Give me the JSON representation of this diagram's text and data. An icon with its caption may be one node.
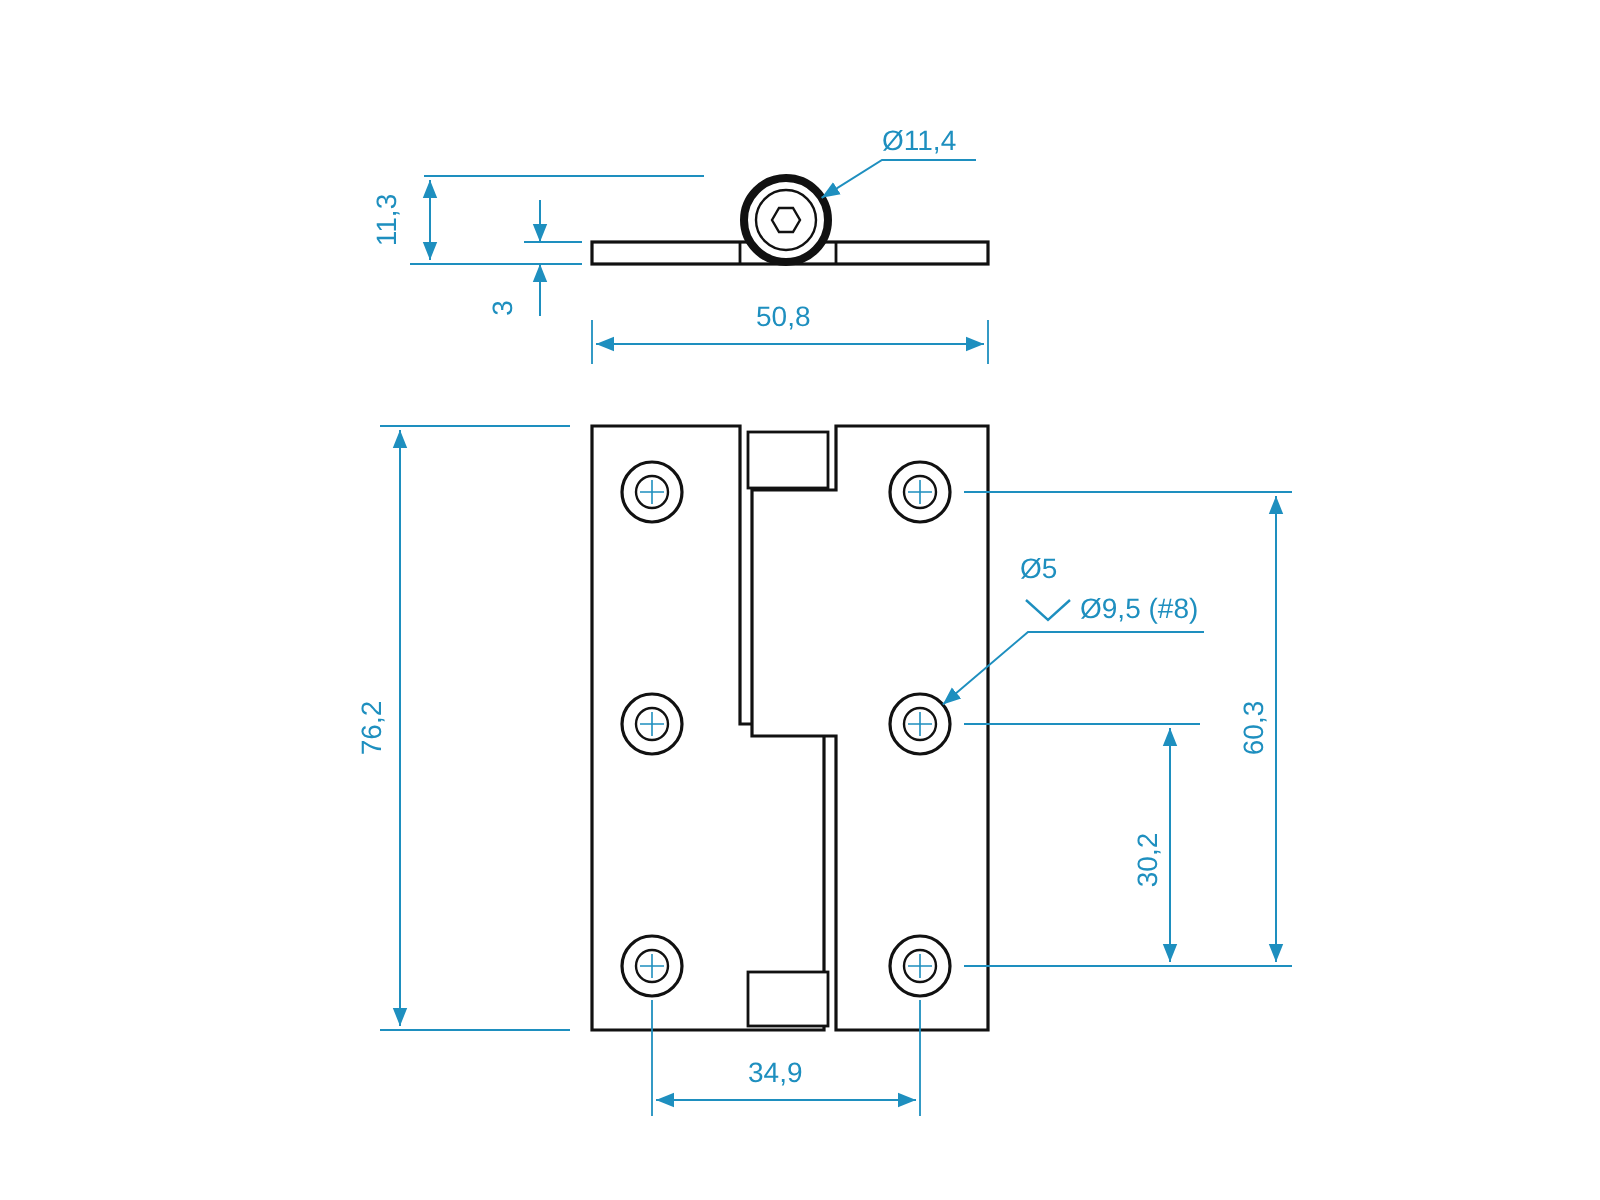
{
  "diagram": {
    "nodes": [
      {
        "text": [
          "Ø11,4"
        ]
      },
      {
        "text": [],
        "shape": "circle"
      },
      {
        "text": [
          "Ø5",
          "Ø9,5 (#8)"
        ]
      },
      {
        "text": [],
        "shape": "circle"
      }
    ],
    "edges": [
      {
        "from": 0,
        "to": 1,
        "arrow": "to"
      },
      {
        "from": 2,
        "to": 3,
        "arrow": "to"
      }
    ],
    "labels": [
      "11,3",
      "3",
      "50,8",
      "76,2",
      "60,3",
      "30,2",
      "34,9"
    ]
  }
}
